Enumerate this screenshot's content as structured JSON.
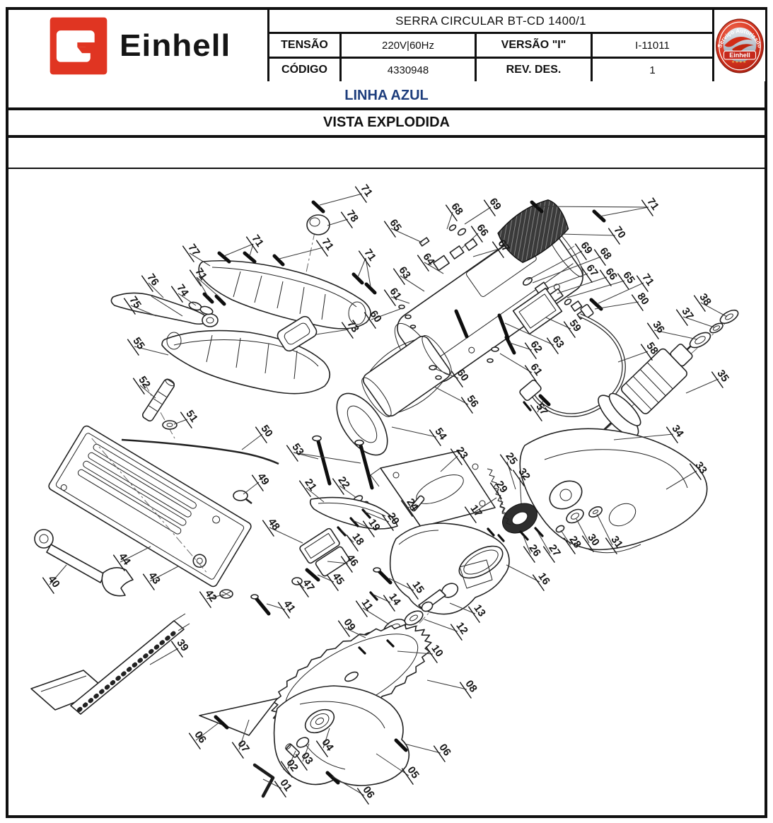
{
  "header": {
    "logo": {
      "brand": "Einhell",
      "mark": "einhell-e-mark"
    },
    "title": "SERRA CIRCULAR BT-CD 1400/1",
    "rows": [
      {
        "label1": "TENSÃO",
        "value1": "220V|60Hz",
        "label2": "VERSÃO \"I\"",
        "value2": "I-11011"
      },
      {
        "label1": "CÓDIGO",
        "value1": "4330948",
        "label2": "REV. DES.",
        "value2": "1"
      }
    ],
    "badge": {
      "arc_text": "Serviço Autorizado",
      "brand": "Einhell"
    }
  },
  "banners": {
    "line_name": "LINHA AZUL",
    "view_name": "VISTA EXPLODIDA"
  },
  "colors": {
    "brand_red": "#e03522",
    "line_blue": "#1d3d7c",
    "ink": "#1f1f1f"
  },
  "diagram": {
    "labels": [
      [
        "01",
        398,
        1115,
        372,
        1102
      ],
      [
        "02",
        407,
        1087,
        418,
        1062
      ],
      [
        "03",
        428,
        1077,
        437,
        1052
      ],
      [
        "04",
        457,
        1058,
        466,
        1030
      ],
      [
        "05",
        578,
        1097,
        532,
        1066
      ],
      [
        "06",
        277,
        1047,
        311,
        1021
      ],
      [
        "06",
        515,
        1125,
        470,
        1098
      ],
      [
        "06",
        623,
        1065,
        572,
        1052
      ],
      [
        "07",
        338,
        1060,
        352,
        1018
      ],
      [
        "08",
        660,
        975,
        604,
        962
      ],
      [
        "09",
        488,
        888,
        517,
        902
      ],
      [
        "10",
        612,
        925,
        562,
        921
      ],
      [
        "11",
        513,
        860,
        550,
        883
      ],
      [
        "12",
        647,
        893,
        600,
        876
      ],
      [
        "13",
        672,
        868,
        636,
        853
      ],
      [
        "14",
        552,
        852,
        528,
        841
      ],
      [
        "15",
        585,
        835,
        550,
        818
      ],
      [
        "16",
        763,
        823,
        716,
        799
      ],
      [
        "17",
        667,
        727,
        702,
        704
      ],
      [
        "18",
        500,
        767,
        482,
        749
      ],
      [
        "19",
        523,
        747,
        499,
        736
      ],
      [
        "20",
        550,
        738,
        516,
        724
      ],
      [
        "21",
        433,
        690,
        458,
        710
      ],
      [
        "22",
        480,
        687,
        504,
        704
      ],
      [
        "23",
        647,
        645,
        623,
        667
      ],
      [
        "24",
        577,
        718,
        589,
        713
      ],
      [
        "25",
        717,
        653,
        729,
        692
      ],
      [
        "26",
        750,
        783,
        740,
        758
      ],
      [
        "27",
        778,
        783,
        760,
        752
      ],
      [
        "28",
        807,
        771,
        793,
        750
      ],
      [
        "29",
        703,
        693,
        711,
        714
      ],
      [
        "30",
        833,
        768,
        815,
        734
      ],
      [
        "31",
        866,
        771,
        844,
        727
      ],
      [
        "32",
        735,
        675,
        737,
        712
      ],
      [
        "33",
        985,
        666,
        942,
        692
      ],
      [
        "34",
        952,
        614,
        868,
        622
      ],
      [
        "35",
        1016,
        536,
        970,
        556
      ],
      [
        "36",
        925,
        467,
        986,
        480
      ],
      [
        "37",
        966,
        448,
        1010,
        463
      ],
      [
        "38",
        991,
        428,
        1028,
        448
      ],
      [
        "39",
        252,
        917,
        212,
        940
      ],
      [
        "40",
        70,
        827,
        94,
        799
      ],
      [
        "41",
        403,
        862,
        377,
        854
      ],
      [
        "42",
        292,
        847,
        316,
        841
      ],
      [
        "43",
        212,
        822,
        252,
        801
      ],
      [
        "44",
        170,
        795,
        213,
        773
      ],
      [
        "45",
        472,
        823,
        449,
        813
      ],
      [
        "46",
        492,
        797,
        463,
        794
      ],
      [
        "47",
        430,
        832,
        421,
        823
      ],
      [
        "48",
        381,
        746,
        428,
        768
      ],
      [
        "49",
        366,
        682,
        344,
        699
      ],
      [
        "50",
        371,
        614,
        342,
        636
      ],
      [
        "51",
        265,
        593,
        246,
        600
      ],
      [
        "52",
        198,
        545,
        220,
        563
      ],
      [
        "53",
        415,
        640,
        450,
        649,
        510,
        655
      ],
      [
        "54",
        617,
        618,
        554,
        604
      ],
      [
        "55",
        190,
        490,
        238,
        502
      ],
      [
        "56",
        662,
        572,
        614,
        547
      ],
      [
        "57",
        760,
        583,
        768,
        567
      ],
      [
        "58",
        916,
        497,
        874,
        512
      ],
      [
        "59",
        807,
        465,
        772,
        449
      ],
      [
        "60",
        525,
        452,
        566,
        437
      ],
      [
        "60",
        648,
        535,
        614,
        521
      ],
      [
        "61",
        553,
        420,
        579,
        429
      ],
      [
        "61",
        752,
        527,
        707,
        500
      ],
      [
        "62",
        752,
        495,
        721,
        485
      ],
      [
        "63",
        566,
        390,
        600,
        412
      ],
      [
        "63",
        783,
        488,
        714,
        457
      ],
      [
        "64",
        600,
        371,
        627,
        387
      ],
      [
        "65",
        553,
        323,
        597,
        343
      ],
      [
        "65",
        883,
        397,
        802,
        421
      ],
      [
        "66",
        676,
        330,
        653,
        351
      ],
      [
        "66",
        858,
        392,
        788,
        415
      ],
      [
        "67",
        706,
        352,
        669,
        363
      ],
      [
        "67",
        831,
        387,
        770,
        409
      ],
      [
        "68",
        640,
        300,
        632,
        324
      ],
      [
        "68",
        850,
        363,
        753,
        400
      ],
      [
        "69",
        694,
        293,
        657,
        317
      ],
      [
        "69",
        823,
        355,
        746,
        396
      ],
      [
        "70",
        870,
        333,
        792,
        331
      ],
      [
        "71",
        512,
        274,
        452,
        290
      ],
      [
        "71",
        917,
        293,
        848,
        306,
        760,
        292
      ],
      [
        "71",
        358,
        345,
        317,
        362,
        353,
        362
      ],
      [
        "71",
        457,
        350,
        395,
        366
      ],
      [
        "71",
        517,
        365,
        506,
        392,
        524,
        405
      ],
      [
        "71",
        278,
        392,
        294,
        419,
        311,
        421
      ],
      [
        "71",
        910,
        400,
        846,
        429
      ],
      [
        "73",
        493,
        466,
        447,
        473
      ],
      [
        "74",
        252,
        415,
        277,
        432
      ],
      [
        "75",
        185,
        432,
        221,
        447
      ],
      [
        "76",
        210,
        400,
        231,
        421
      ],
      [
        "77",
        268,
        358,
        297,
        376
      ],
      [
        "78",
        492,
        310,
        463,
        319
      ],
      [
        "80",
        903,
        427,
        841,
        437
      ]
    ]
  }
}
